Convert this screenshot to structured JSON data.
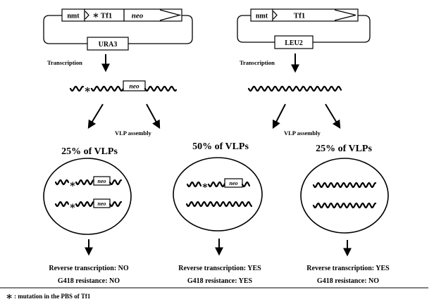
{
  "plasmids": [
    {
      "promoter": "nmt",
      "element": "Tf1",
      "marker": "neo",
      "selection": "URA3"
    },
    {
      "promoter": "nmt",
      "element": "Tf1",
      "selection": "LEU2"
    }
  ],
  "transcription_label": "Transcription",
  "mutant_rna_marker": "neo",
  "vlp_assembly_label": "VLP assembly",
  "vlp_groups": [
    {
      "percent_label": "25% of VLPs",
      "rna_markers": [
        "neo",
        "neo"
      ],
      "reverse_transcription": "Reverse transcription: NO",
      "g418_resistance": "G418 resistance: NO"
    },
    {
      "percent_label": "50% of VLPs",
      "rna_markers": [
        "neo"
      ],
      "reverse_transcription": "Reverse transcription: YES",
      "g418_resistance": "G418 resistance: YES"
    },
    {
      "percent_label": "25% of VLPs",
      "rna_markers": [],
      "reverse_transcription": "Reverse transcription: YES",
      "g418_resistance": "G418 resistance: NO"
    }
  ],
  "footnote": {
    "symbol": "∗",
    "text": ": mutation in the PBS of Tf1"
  }
}
